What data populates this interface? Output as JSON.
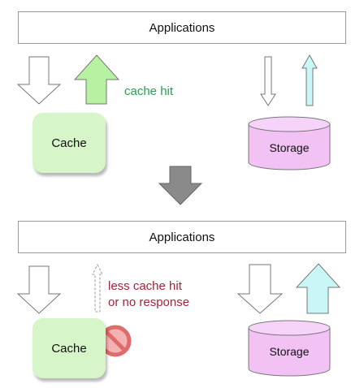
{
  "top_panel": {
    "applications_label": "Applications",
    "cache_label": "Cache",
    "storage_label": "Storage",
    "annotation": "cache hit"
  },
  "bottom_panel": {
    "applications_label": "Applications",
    "cache_label": "Cache",
    "storage_label": "Storage",
    "annotation_line1": "less cache hit",
    "annotation_line2": "or no response"
  },
  "icons": {
    "transition": "down-arrow-icon",
    "unavailable": "no-entry-icon"
  },
  "colors": {
    "cache_fill": "#d6f5c8",
    "storage_fill": "#f2c2f5",
    "hit_arrow_fill": "#b6f2a2",
    "storage_up_arrow_fill": "#c9f7f7",
    "transition_arrow_fill": "#8a8a8a",
    "hit_text": "#2e9c55",
    "miss_text": "#a3243b",
    "prohibited_red": "#e06b6b"
  }
}
